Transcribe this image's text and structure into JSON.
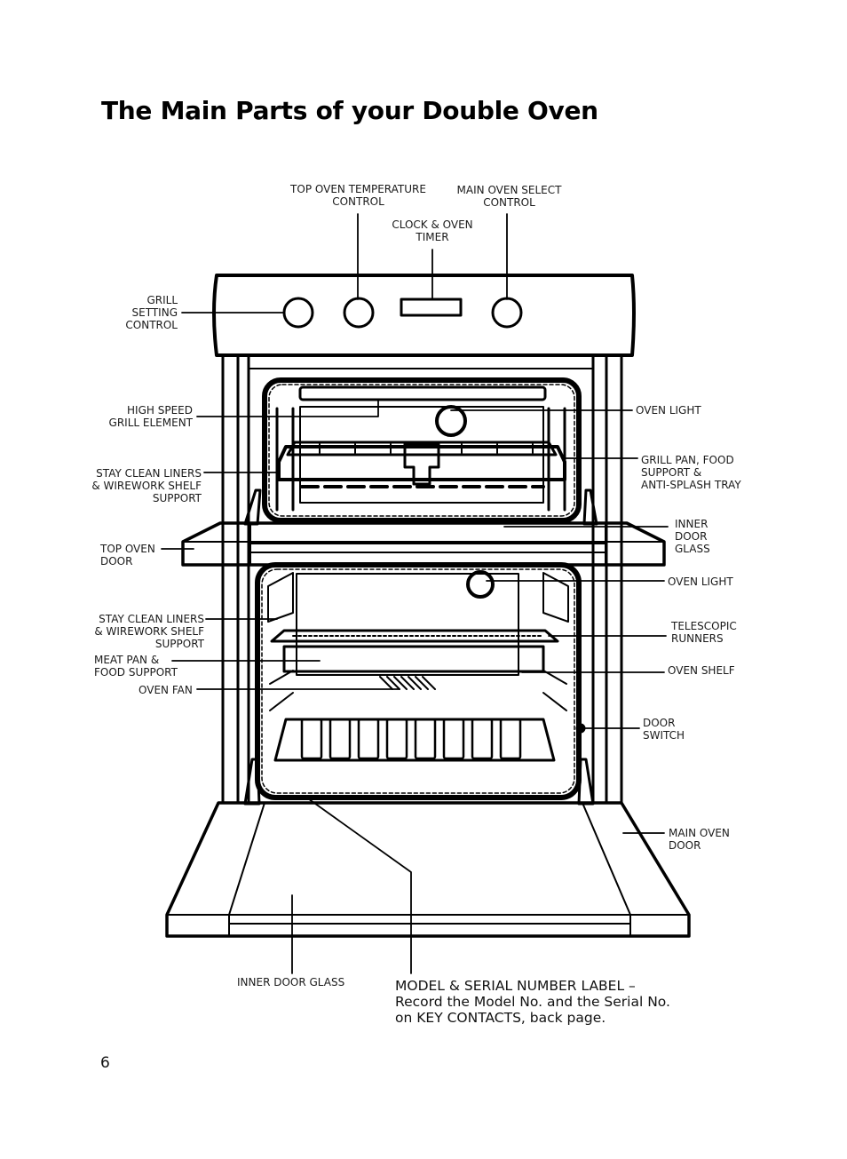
{
  "page": {
    "title": "The Main Parts of your Double Oven",
    "page_number": "6"
  },
  "labels": {
    "top_oven_temp_control": "TOP OVEN TEMPERATURE\nCONTROL",
    "main_oven_select_control": "MAIN OVEN SELECT\nCONTROL",
    "clock_oven_timer": "CLOCK & OVEN\nTIMER",
    "grill_setting_control": "GRILL\nSETTING\nCONTROL",
    "high_speed_grill_element": "HIGH SPEED\nGRILL ELEMENT",
    "stay_clean_liners_top": "STAY CLEAN LINERS\n& WIREWORK SHELF\nSUPPORT",
    "top_oven_door": "TOP OVEN\nDOOR",
    "stay_clean_liners_main": "STAY CLEAN LINERS\n& WIREWORK SHELF\nSUPPORT",
    "meat_pan_food_support": "MEAT PAN &\nFOOD SUPPORT",
    "oven_fan": "OVEN FAN",
    "oven_light_top": "OVEN LIGHT",
    "grill_pan_food_support": "GRILL PAN, FOOD\nSUPPORT &\nANTI-SPLASH TRAY",
    "inner_door_glass_top": "INNER\nDOOR\nGLASS",
    "oven_light_main": "OVEN LIGHT",
    "telescopic_runners": "TELESCOPIC\nRUNNERS",
    "oven_shelf": "OVEN SHELF",
    "door_switch": "DOOR\nSWITCH",
    "main_oven_door": "MAIN OVEN\nDOOR",
    "inner_door_glass_bottom": "INNER DOOR GLASS",
    "model_serial_label": "MODEL & SERIAL NUMBER LABEL –\nRecord the Model No. and the Serial No.\non KEY CONTACTS, back page."
  }
}
